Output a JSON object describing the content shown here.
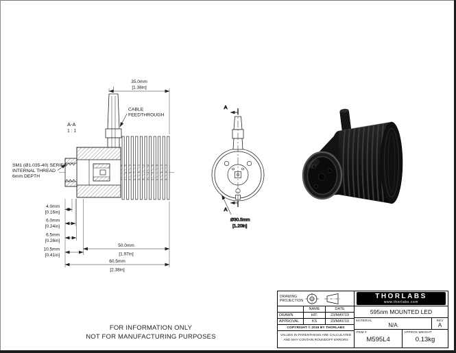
{
  "colors": {
    "line": "#222222",
    "logo_bg": "#000000"
  },
  "views": {
    "section": {
      "label_aa": "A-A",
      "label_scale": "1 : 1",
      "cable_line1": "CABLE",
      "cable_line2": "FEEDTHROUGH",
      "sm1_line1": "SM1 (Ø1.035-40) SERIES",
      "sm1_line2": "INTERNAL THREAD",
      "sm1_line3": "6mm DEPTH",
      "dim_35_mm": "35.0mm",
      "dim_35_in": "[1.38in]",
      "dim_4_mm": "4.0mm",
      "dim_4_in": "[0.16in]",
      "dim_6_mm": "6.0mm",
      "dim_6_in": "[0.24in]",
      "dim_6_5_mm": "6.5mm",
      "dim_6_5_in": "[0.26in]",
      "dim_10_5_mm": "10.5mm",
      "dim_10_5_in": "[0.41in]",
      "dim_50_mm": "50.0mm",
      "dim_50_in": "[1.97in]",
      "dim_60_5_mm": "60.5mm",
      "dim_60_5_in": "[2.38in]"
    },
    "front": {
      "dia_mm": "Ø30.5mm",
      "dia_in": "[1.20in]",
      "marker_top": "A",
      "marker_bottom": "A"
    }
  },
  "notice": {
    "line1": "FOR INFORMATION ONLY",
    "line2": "NOT FOR MANUFACTURING PURPOSES"
  },
  "title_block": {
    "projection_line1": "DRAWING",
    "projection_line2": "PROJECTION",
    "name_header": "NAME",
    "date_header": "DATE",
    "drawn_label": "DRAWN",
    "drawn_name": "HIT.",
    "drawn_date": "23/MAY/19",
    "approval_label": "APPROVAL",
    "approval_name": "KS",
    "approval_date": "23/MAY/19",
    "copyright": "COPYRIGHT © 2019 BY THORLABS",
    "disclaimer_line1": "VALUES IN PARENTHESIS ARE CALCULATED",
    "disclaimer_line2": "AND MAY CONTAIN ROUNDOFF ERRORS",
    "logo_text": "THORLABS",
    "logo_url": "www.thorlabs.com",
    "title": "595nm MOUNTED LED",
    "material_label": "MATERIAL",
    "material_value": "N/A",
    "rev_label": "REV",
    "rev_value": "A",
    "item_label": "ITEM #",
    "item_value": "M595L4",
    "weight_label": "APPROX WEIGHT",
    "weight_value": "0.13kg"
  }
}
